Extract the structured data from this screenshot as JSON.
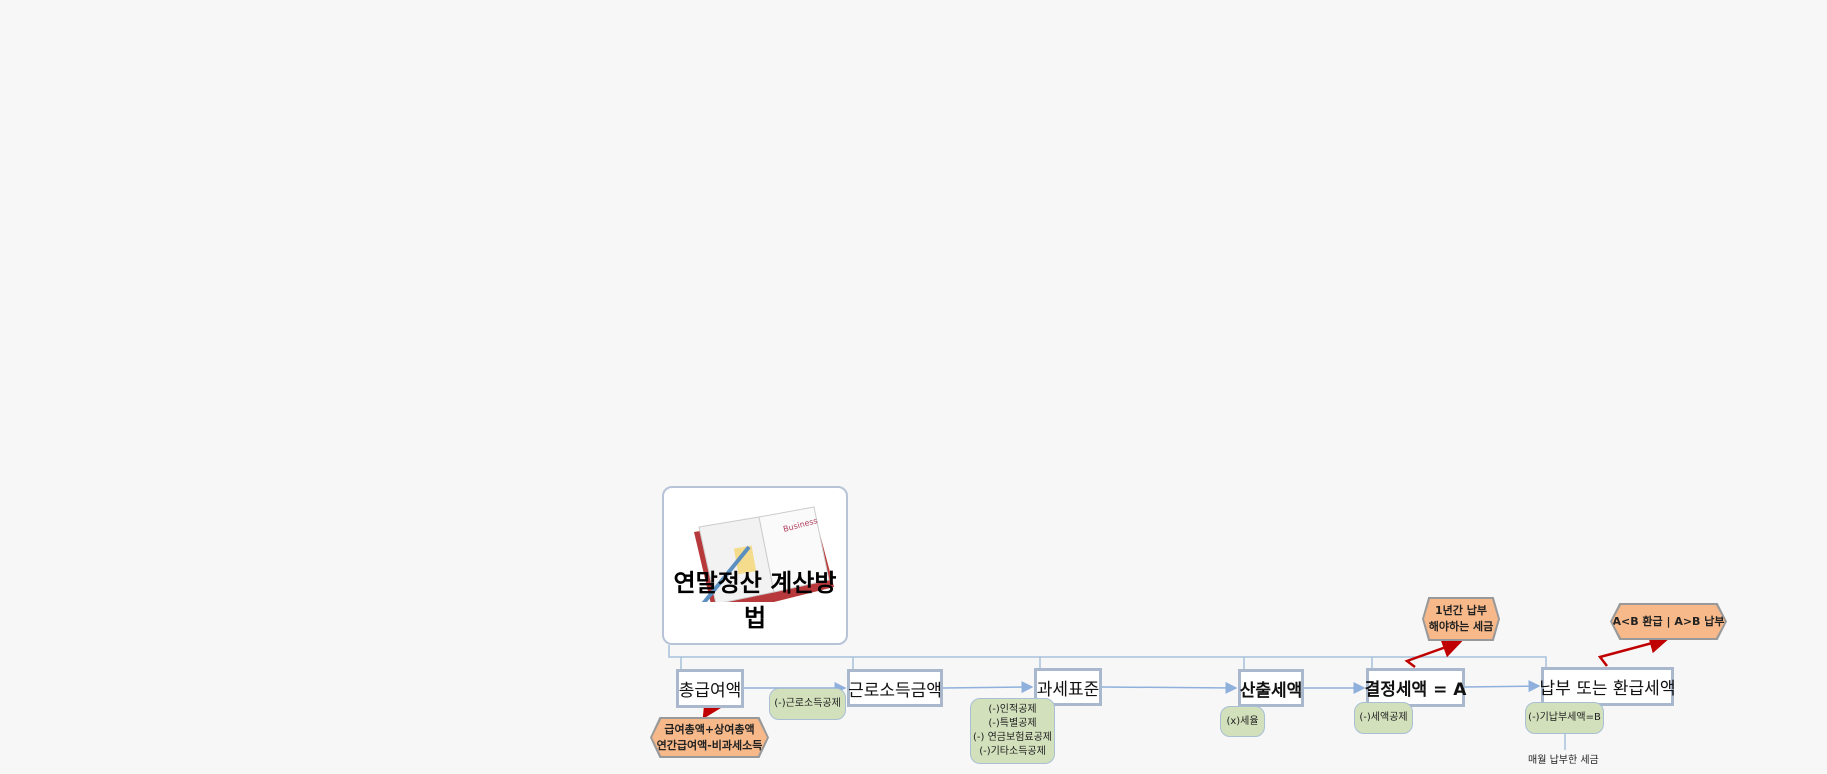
{
  "title": "연말정산 계산방법",
  "steps": [
    "총급여액",
    "근로소득금액",
    "과세표준",
    "산출세액",
    "결정세액 = A",
    "납부 또는 환급세액"
  ],
  "deductions": {
    "income": "(-)근로소득공제",
    "standard": [
      "(-)인적공제",
      "(-)특별공제",
      "(-) 연금보험료공제",
      "(-)기타소득공제"
    ],
    "rate": "(x)세율",
    "credit": "(-)세액공제",
    "prepaid": "(-)기납부세액=B"
  },
  "notes": {
    "gross": [
      "급여총액+상여총액",
      "연간급여액-비과세소득"
    ],
    "annual": [
      "1년간 납부",
      "해야하는 세금"
    ],
    "result": "A<B 환급 | A>B 납부",
    "monthly": "매월 납부한 세금"
  },
  "colors": {
    "box_border": "#a9b8cc",
    "pill": "#d3e0bc",
    "note": "#f7b98a",
    "arrow": "#c00000",
    "line": "#9cb8dc"
  }
}
